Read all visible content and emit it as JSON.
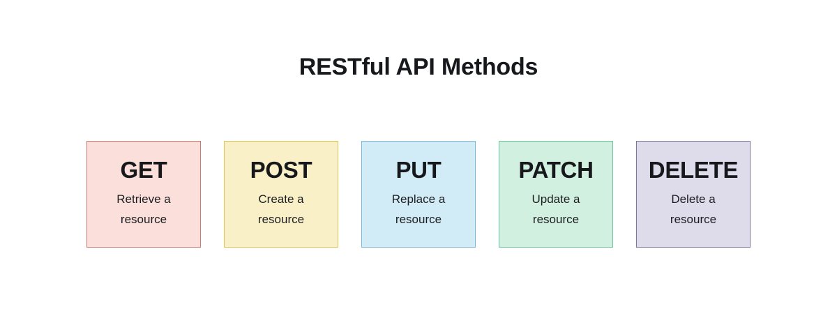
{
  "page": {
    "title": "RESTful API Methods",
    "background_color": "#ffffff",
    "text_color": "#16181c"
  },
  "methods": [
    {
      "name": "GET",
      "description": "Retrieve a resource",
      "fill_color": "#fadfda",
      "border_color": "#c97b73"
    },
    {
      "name": "POST",
      "description": "Create a resource",
      "fill_color": "#faf0c8",
      "border_color": "#e0c453"
    },
    {
      "name": "PUT",
      "description": "Replace a resource",
      "fill_color": "#d2ecf7",
      "border_color": "#7bb8d4"
    },
    {
      "name": "PATCH",
      "description": "Update a resource",
      "fill_color": "#d2f0e0",
      "border_color": "#6dc4a0"
    },
    {
      "name": "DELETE",
      "description": "Delete a resource",
      "fill_color": "#dedbeb",
      "border_color": "#7d7899"
    }
  ]
}
